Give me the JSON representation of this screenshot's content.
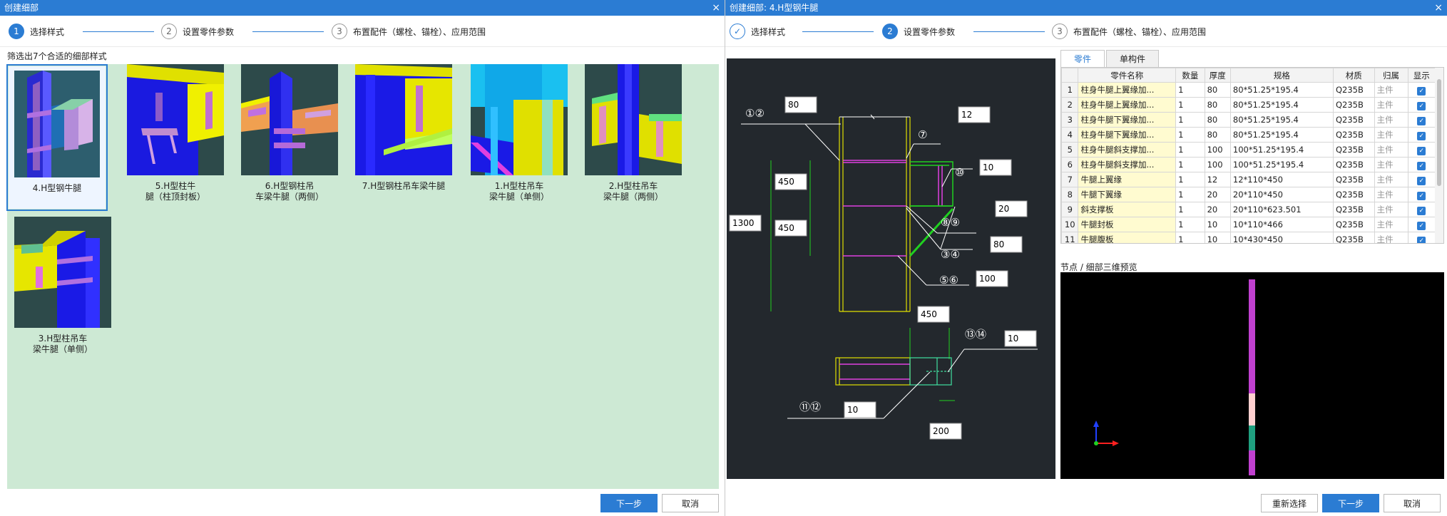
{
  "left": {
    "title": "创建细部",
    "close": "×",
    "steps": [
      {
        "num": "1",
        "label": "选择样式"
      },
      {
        "num": "2",
        "label": "设置零件参数"
      },
      {
        "num": "3",
        "label": "布置配件（螺栓、锚栓）、应用范围"
      }
    ],
    "filter_label": "筛选出7个合适的细部样式",
    "cards": [
      {
        "caption": "4.H型钢牛腿"
      },
      {
        "caption": "5.H型柱牛\n腿（柱顶封板）"
      },
      {
        "caption": "6.H型钢柱吊\n车梁牛腿（两侧）"
      },
      {
        "caption": "7.H型钢柱吊车梁牛腿"
      },
      {
        "caption": "1.H型柱吊车\n梁牛腿（单侧）"
      },
      {
        "caption": "2.H型柱吊车\n梁牛腿（两侧）"
      },
      {
        "caption": "3.H型柱吊车\n梁牛腿（单侧）"
      }
    ],
    "next_btn": "下一步",
    "cancel_btn": "取消"
  },
  "right": {
    "title": "创建细部: 4.H型钢牛腿",
    "close": "×",
    "steps": [
      {
        "num": "✓",
        "label": "选择样式"
      },
      {
        "num": "2",
        "label": "设置零件参数"
      },
      {
        "num": "3",
        "label": "布置配件（螺栓、锚栓）、应用范围"
      }
    ],
    "cad": {
      "labels": {
        "c12a": "①②",
        "c7": "⑦",
        "c10": "⑩",
        "c89": "⑧⑨",
        "c34": "③④",
        "c56": "⑤⑥",
        "c1314": "⑬⑭",
        "c1112": "⑪⑫"
      },
      "boxes": {
        "b80a": "80",
        "b12": "12",
        "b10a": "10",
        "b450a": "450",
        "b20": "20",
        "b1300": "1300",
        "b450b": "450",
        "b80b": "80",
        "b100": "100",
        "b450c": "450",
        "b10b": "10",
        "b10c": "10",
        "b200": "200"
      }
    },
    "tabs": [
      "零件",
      "单构件"
    ],
    "table": {
      "headers": [
        "",
        "零件名称",
        "数量",
        "厚度",
        "规格",
        "材质",
        "归属",
        "显示"
      ],
      "rows": [
        [
          "1",
          "柱身牛腿上翼缘加...",
          "1",
          "80",
          "80*51.25*195.4",
          "Q235B",
          "主件"
        ],
        [
          "2",
          "柱身牛腿上翼缘加...",
          "1",
          "80",
          "80*51.25*195.4",
          "Q235B",
          "主件"
        ],
        [
          "3",
          "柱身牛腿下翼缘加...",
          "1",
          "80",
          "80*51.25*195.4",
          "Q235B",
          "主件"
        ],
        [
          "4",
          "柱身牛腿下翼缘加...",
          "1",
          "80",
          "80*51.25*195.4",
          "Q235B",
          "主件"
        ],
        [
          "5",
          "柱身牛腿斜支撑加...",
          "1",
          "100",
          "100*51.25*195.4",
          "Q235B",
          "主件"
        ],
        [
          "6",
          "柱身牛腿斜支撑加...",
          "1",
          "100",
          "100*51.25*195.4",
          "Q235B",
          "主件"
        ],
        [
          "7",
          "牛腿上翼缘",
          "1",
          "12",
          "12*110*450",
          "Q235B",
          "主件"
        ],
        [
          "8",
          "牛腿下翼缘",
          "1",
          "20",
          "20*110*450",
          "Q235B",
          "主件"
        ],
        [
          "9",
          "斜支撑板",
          "1",
          "20",
          "20*110*623.501",
          "Q235B",
          "主件"
        ],
        [
          "10",
          "牛腿封板",
          "1",
          "10",
          "10*110*466",
          "Q235B",
          "主件"
        ],
        [
          "11",
          "牛腿腹板",
          "1",
          "10",
          "10*430*450",
          "Q235B",
          "主件"
        ]
      ],
      "check": "✓"
    },
    "preview_label": "节点 / 细部三维预览",
    "reselect_btn": "重新选择",
    "next_btn": "下一步",
    "cancel_btn": "取消"
  }
}
